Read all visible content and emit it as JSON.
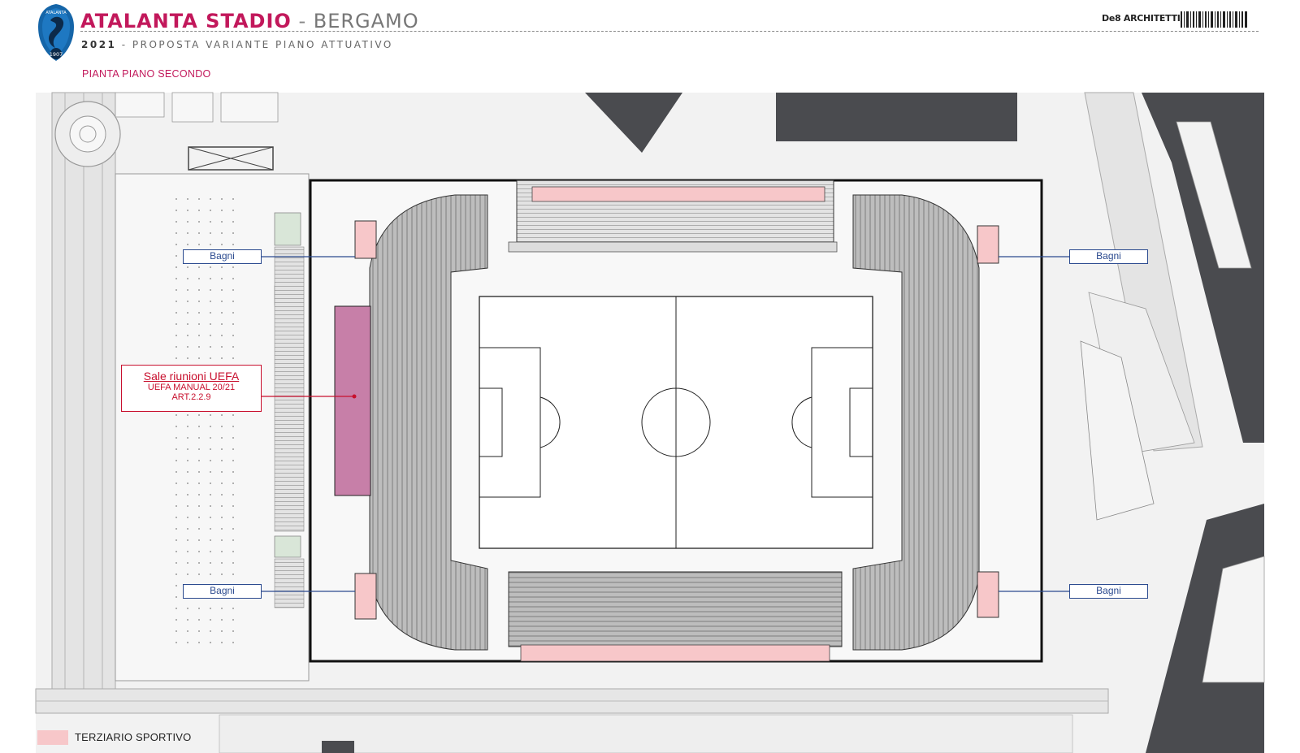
{
  "header": {
    "title_main": "ATALANTA STADIO",
    "title_sep": " - ",
    "title_city": "BERGAMO",
    "subtitle_year": "2021",
    "subtitle_text": " - PROPOSTA VARIANTE PIANO ATTUATIVO",
    "firm": "De8 ARCHITETTI",
    "logo_top": "ATALANTA",
    "logo_year": "1907"
  },
  "plan": {
    "title": "PIANTA PIANO SECONDO"
  },
  "callouts": {
    "bagni_top_left": "Bagni",
    "bagni_top_right": "Bagni",
    "bagni_bottom_left": "Bagni",
    "bagni_bottom_right": "Bagni",
    "uefa_title": "Sale riunioni UEFA",
    "uefa_line2": "UEFA MANUAL 20/21",
    "uefa_line3": "ART.2.2.9"
  },
  "legend": {
    "terziario_label": "TERZIARIO SPORTIVO"
  },
  "colors": {
    "accent": "#c2185b",
    "terziario": "#f7c7c9",
    "uefa_room": "#c77fa8",
    "callout_blue": "#2b4a8f",
    "callout_red": "#c8102e",
    "building_dark": "#4a4b4f"
  }
}
